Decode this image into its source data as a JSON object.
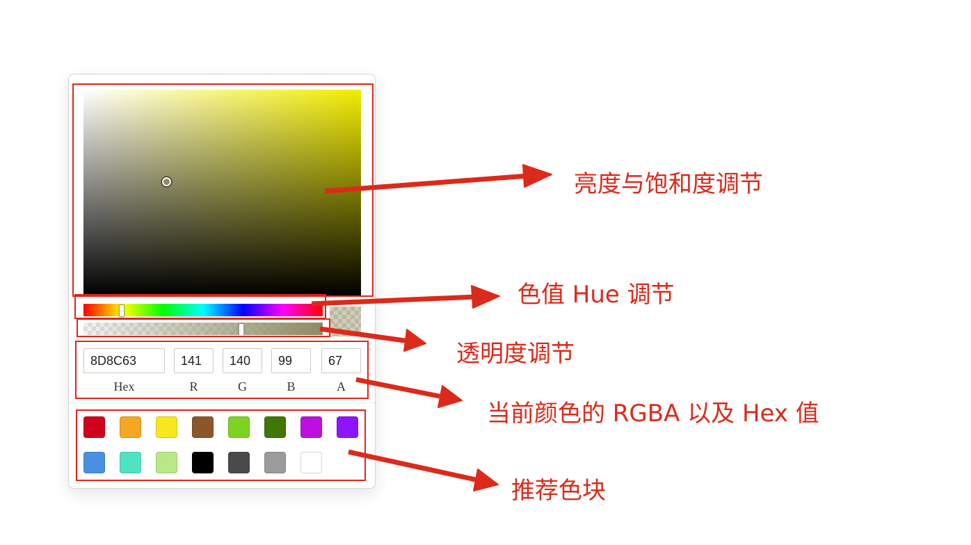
{
  "picker": {
    "current_color": {
      "hex": "8D8C63",
      "r": "141",
      "g": "140",
      "b": "99",
      "a": "67"
    },
    "hue_position": 0.16,
    "alpha_position": 0.66,
    "saturation_value_position": {
      "saturation": 0.3,
      "value": 0.55
    },
    "field_labels": {
      "hex": "Hex",
      "r": "R",
      "g": "G",
      "b": "B",
      "a": "A"
    },
    "preset_colors": [
      "#d0021b",
      "#f5a623",
      "#f8e71c",
      "#8b572a",
      "#7ed321",
      "#417505",
      "#bd10e0",
      "#9013fe",
      "#4a90e2",
      "#50e3c2",
      "#b8e986",
      "#000000",
      "#4a4a4a",
      "#9b9b9b",
      "#ffffff"
    ]
  },
  "annotations": {
    "saturation": "亮度与饱和度调节",
    "hue": "色值 Hue 调节",
    "alpha": "透明度调节",
    "values": "当前颜色的 RGBA 以及 Hex 值",
    "presets": "推荐色块"
  },
  "annotation_color": "#dc2a1a"
}
